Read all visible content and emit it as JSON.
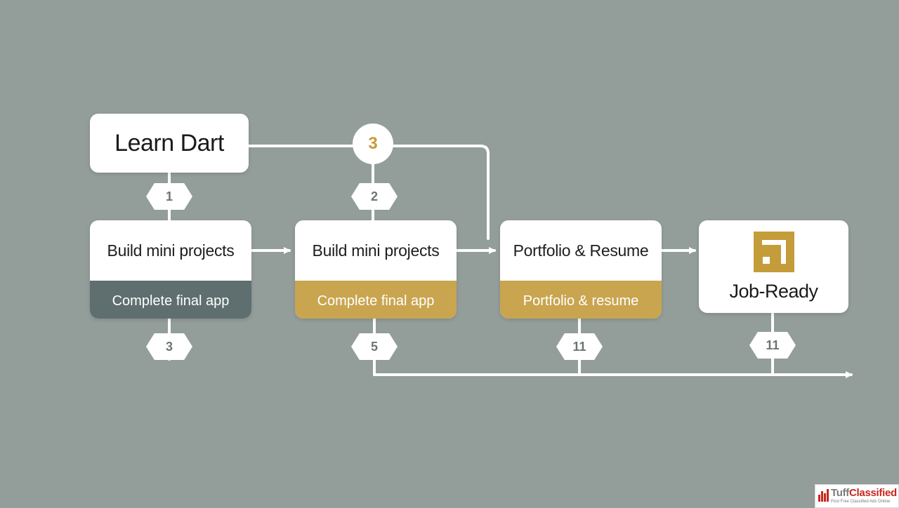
{
  "nodes": {
    "learn_dart": "Learn Dart",
    "build_projects_1": {
      "title": "Build mini projects",
      "subtitle": "Complete final app"
    },
    "build_projects_2": {
      "title": "Build mini projects",
      "subtitle": "Complete final app"
    },
    "portfolio": {
      "title": "Portfolio & Resume",
      "subtitle": "Portfolio & resume"
    },
    "job_ready": "Job-Ready"
  },
  "badges": {
    "circle_top": "3",
    "hex_1": "1",
    "hex_2": "2",
    "hex_3": "3",
    "hex_5": "5",
    "hex_11a": "11",
    "hex_11b": "11"
  },
  "colors": {
    "background": "#939d9a",
    "slate": "#5f6e6f",
    "gold": "#c9a54f",
    "white": "#ffffff"
  },
  "icons": [
    "job-ready-logo-icon",
    "arrow-right-icon"
  ],
  "watermark": {
    "brand_part1": "Tuff",
    "brand_part2": "Classified",
    "tagline": "Post Free Classified Ads Online"
  }
}
